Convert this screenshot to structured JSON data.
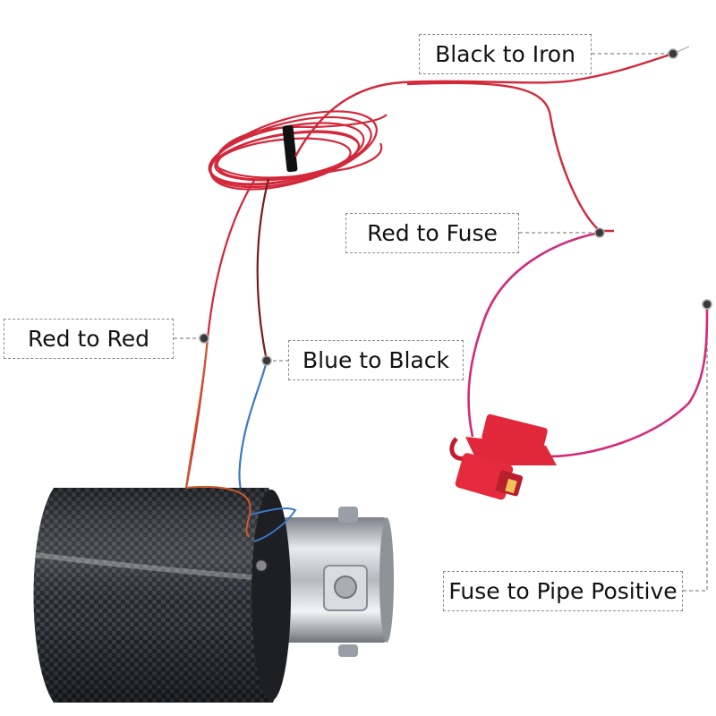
{
  "labels": {
    "black_to_iron": "Black to Iron",
    "red_to_fuse": "Red to Fuse",
    "red_to_red": "Red to Red",
    "blue_to_black": "Blue to Black",
    "fuse_to_pipe_positive": "Fuse to Pipe Positive"
  },
  "colors": {
    "wire_red": "#d2283a",
    "wire_dark_red": "#7a1a1a",
    "wire_pink": "#d42a78",
    "wire_blue": "#3a78c8",
    "fuse_holder": "#e0283a",
    "carbon_fiber": "#2a2d32",
    "chrome": "#c9ccd2",
    "connector_dot": "#3a3a3a",
    "callout_line": "#8a8a8a"
  }
}
